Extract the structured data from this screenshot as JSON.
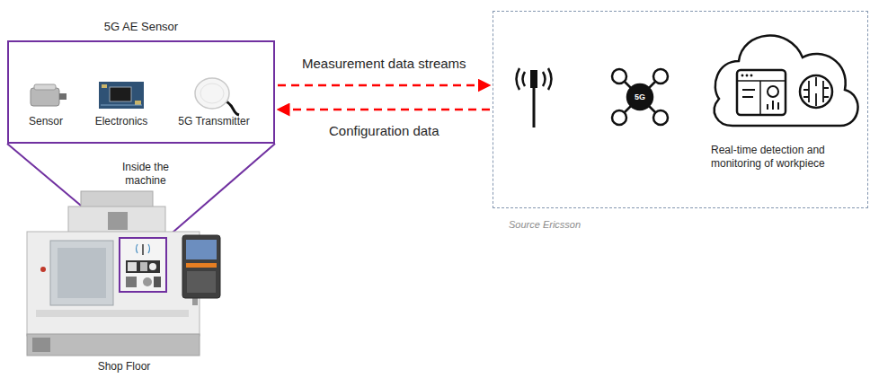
{
  "diagram": {
    "nodes": [
      {
        "text": [
          "5G AE Sensor"
        ]
      },
      {
        "text": [
          "Real-time detection and monitoring of workpiece"
        ]
      }
    ],
    "edges": [
      {
        "from": 0,
        "to": 1,
        "arrow": "to",
        "label": "Measurement data streams"
      },
      {
        "from": 1,
        "to": 0,
        "arrow": "to",
        "label": "Configuration data"
      }
    ],
    "labels": [
      "Sensor",
      "Electronics",
      "5G Transmitter",
      "Inside the machine",
      "Shop Floor",
      "5G",
      "Source Ericsson"
    ]
  }
}
